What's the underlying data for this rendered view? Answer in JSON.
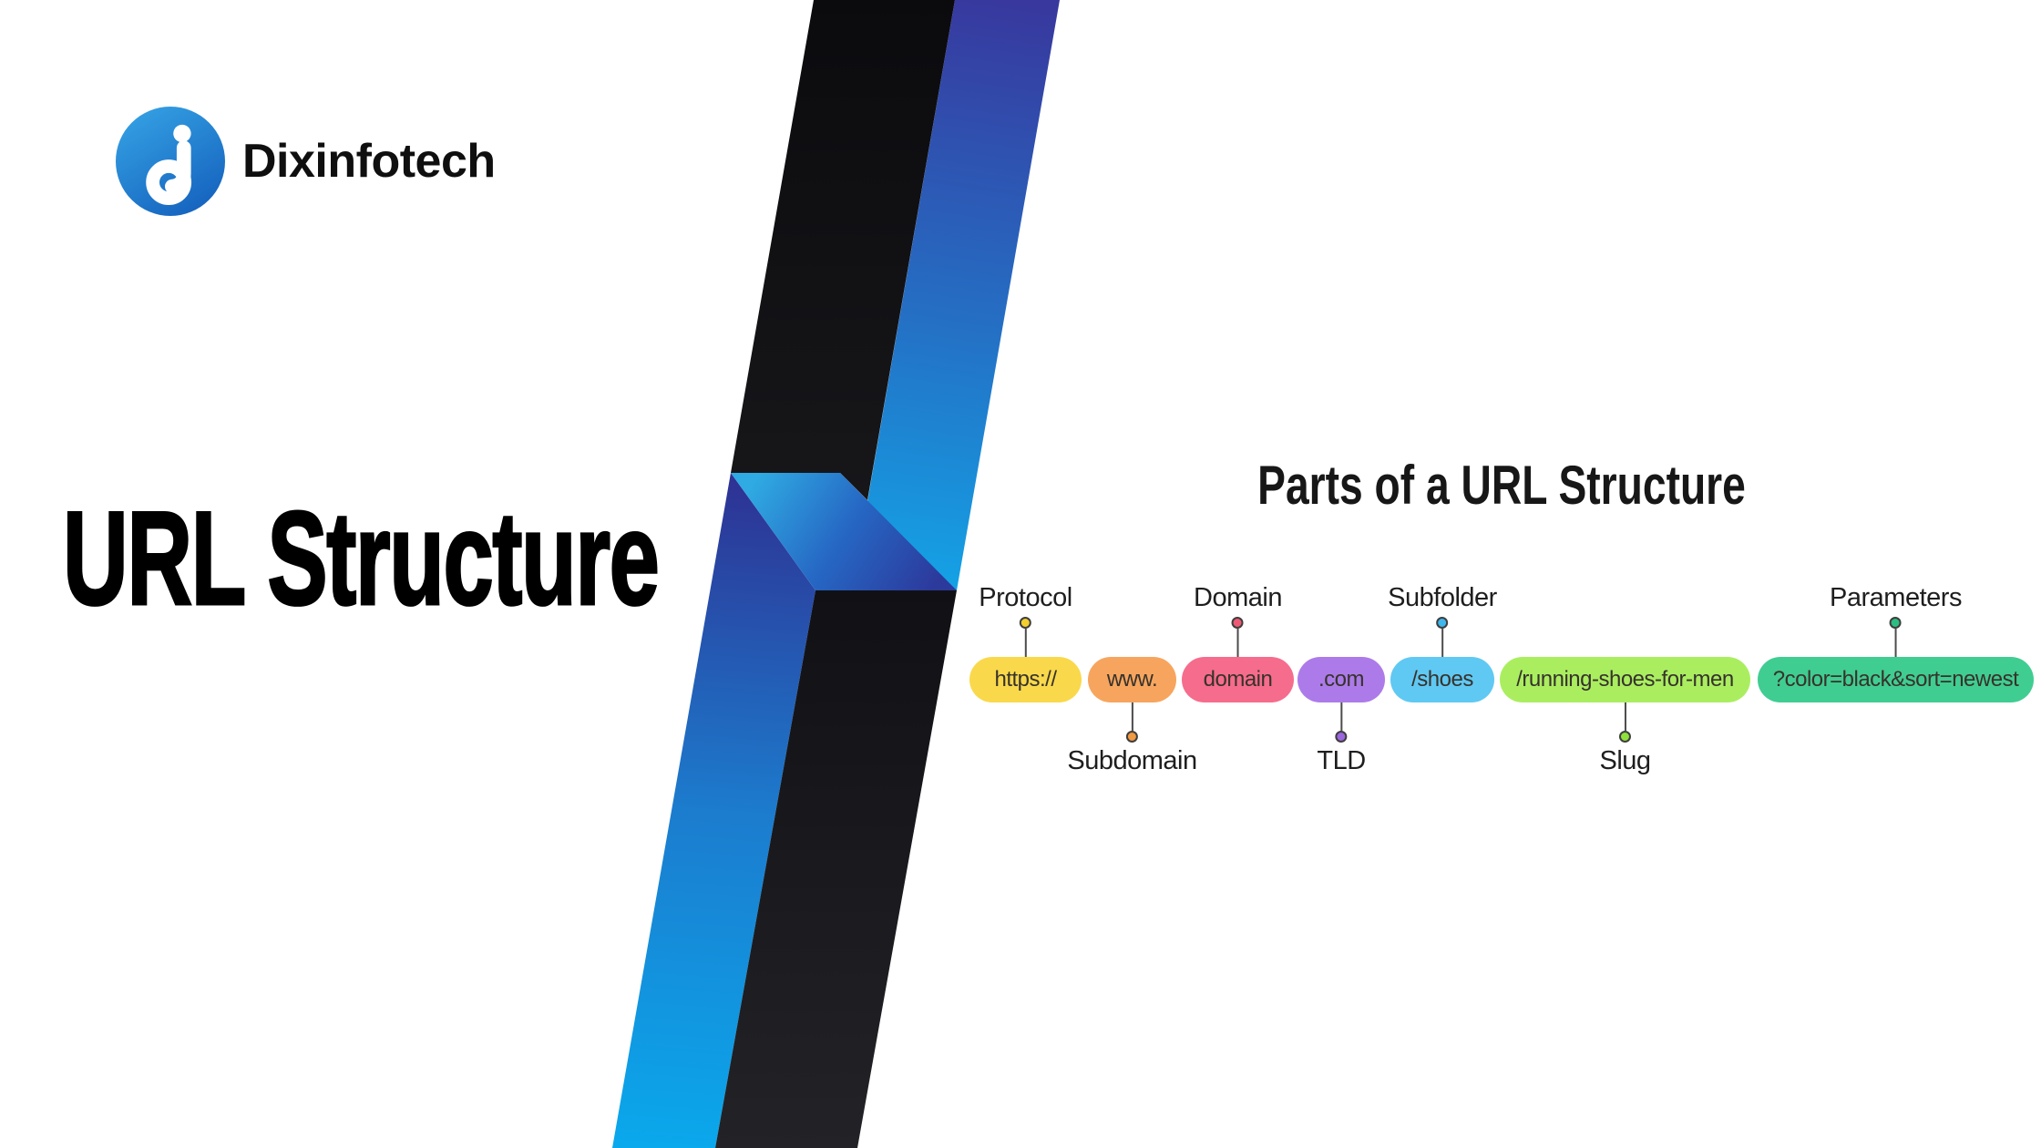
{
  "brand": {
    "name": "Dixinfotech",
    "logo_color": "#1E87D6"
  },
  "hero": {
    "title": "URL Structure"
  },
  "diagram": {
    "title": "Parts of a URL Structure",
    "segments": [
      {
        "part": "https://",
        "label": "Protocol",
        "label_position": "above",
        "pill_color": "#F9D94B",
        "dot_color": "#F2CE2F"
      },
      {
        "part": "www.",
        "label": "Subdomain",
        "label_position": "below",
        "pill_color": "#F7A55E",
        "dot_color": "#F09A42"
      },
      {
        "part": "domain",
        "label": "Domain",
        "label_position": "above",
        "pill_color": "#F66C8C",
        "dot_color": "#EE5A75"
      },
      {
        "part": ".com",
        "label": "TLD",
        "label_position": "below",
        "pill_color": "#AC7BE9",
        "dot_color": "#9B66DF"
      },
      {
        "part": "/shoes",
        "label": "Subfolder",
        "label_position": "above",
        "pill_color": "#5FC9F3",
        "dot_color": "#3FB6EC"
      },
      {
        "part": "/running-shoes-for-men",
        "label": "Slug",
        "label_position": "below",
        "pill_color": "#AAEE60",
        "dot_color": "#8FE03C"
      },
      {
        "part": "?color=black&sort=newest",
        "label": "Parameters",
        "label_position": "above",
        "pill_color": "#40CD92",
        "dot_color": "#2DBD80"
      }
    ]
  }
}
